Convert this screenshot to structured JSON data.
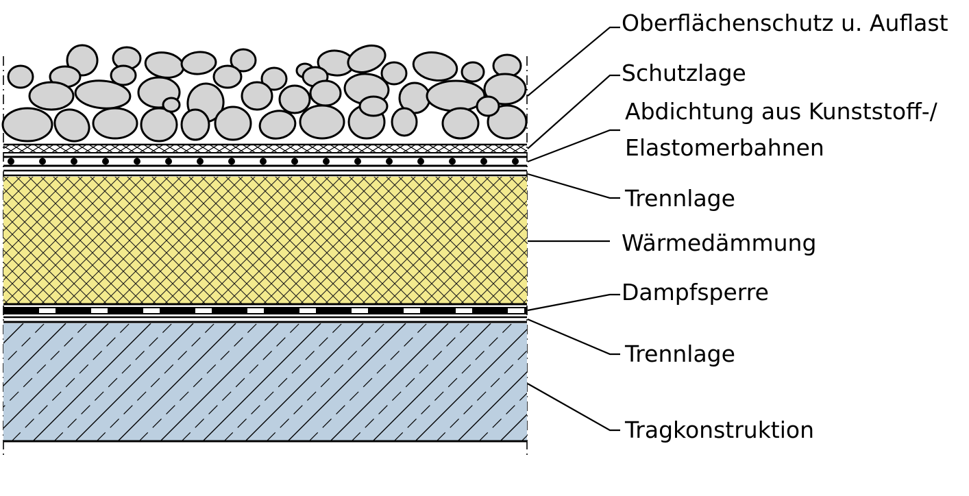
{
  "labels": {
    "surface": "Oberflächenschutz u. Auflast",
    "protection": "Schutzlage",
    "seal_line1": "Abdichtung aus Kunststoff-/",
    "seal_line2": "Elastomerbahnen",
    "separation_top": "Trennlage",
    "insulation": "Wärmedämmung",
    "vapor": "Dampfsperre",
    "separation_bottom": "Trennlage",
    "structure": "Tragkonstruktion"
  },
  "colors": {
    "stone_fill": "#d4d4d4",
    "insulation_fill": "#f3ea8e",
    "structure_fill": "#bccfe0",
    "line": "#000000"
  }
}
